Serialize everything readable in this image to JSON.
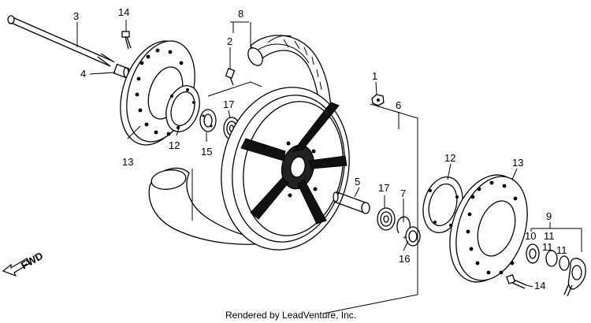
{
  "credit": "Rendered by LeadVenture, Inc.",
  "direction_label": "FWD",
  "callouts": {
    "c1": "1",
    "c2": "2",
    "c3": "3",
    "c4": "4",
    "c5": "5",
    "c6": "6",
    "c7": "7",
    "c8": "8",
    "c9": "9",
    "c10": "10",
    "c11a": "11",
    "c11b": "11",
    "c11c": "11",
    "c12a": "12",
    "c12b": "12",
    "c13a": "13",
    "c13b": "13",
    "c14a": "14",
    "c14b": "14",
    "c15": "15",
    "c16": "16",
    "c17a": "17",
    "c17b": "17"
  }
}
